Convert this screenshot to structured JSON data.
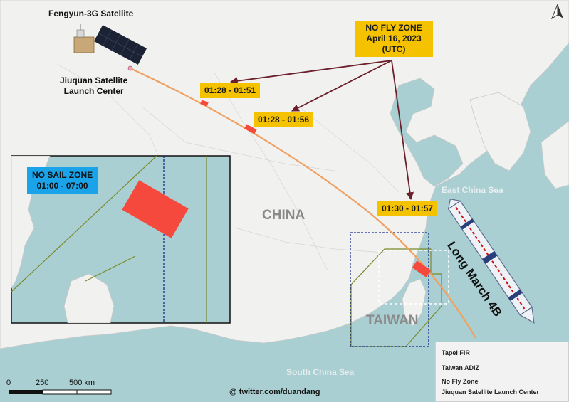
{
  "title_labels": {
    "satellite": "Fengyun-3G Satellite",
    "launch_center_line1": "Jiuquan Satellite",
    "launch_center_line2": "Launch Center"
  },
  "no_fly_box": {
    "line1": "NO FLY ZONE",
    "line2": "April 16, 2023",
    "line3": "(UTC)"
  },
  "time_windows": [
    "01:28 - 01:51",
    "01:28 - 01:56",
    "01:30 - 01:57"
  ],
  "inset": {
    "title": "NO SAIL ZONE",
    "time": "01:00 - 07:00"
  },
  "places": {
    "china": "CHINA",
    "taiwan": "TAIWAN",
    "east_china_sea": "East China Sea",
    "south_china_sea": "South China Sea"
  },
  "rocket_label": "Long March 4B",
  "scale": {
    "zero": "0",
    "mid": "250",
    "end": "500 km"
  },
  "credit": "@ twitter.com/duandang",
  "legend": [
    {
      "label": "Tapei FIR",
      "symbol": "olive-outline"
    },
    {
      "label": "Taiwan ADIZ",
      "symbol": "blue-dashed"
    },
    {
      "label": "No Fly Zone",
      "symbol": "red-fill"
    },
    {
      "label": "Jiuquan Satellite Launch Center",
      "symbol": "pink-dot"
    }
  ],
  "colors": {
    "sea": "#a9cfd2",
    "land": "#f1f1ef",
    "trajectory": "#f0a060",
    "arrow": "#6b1f2b",
    "no_fly": "#f4493c",
    "fir": "#7a8a2c",
    "adiz": "#1a2a8a",
    "label_box": "#f5c200",
    "sail_box": "#1aa3e8"
  },
  "icons": [
    "north-arrow-icon",
    "satellite-icon",
    "rocket-icon"
  ]
}
